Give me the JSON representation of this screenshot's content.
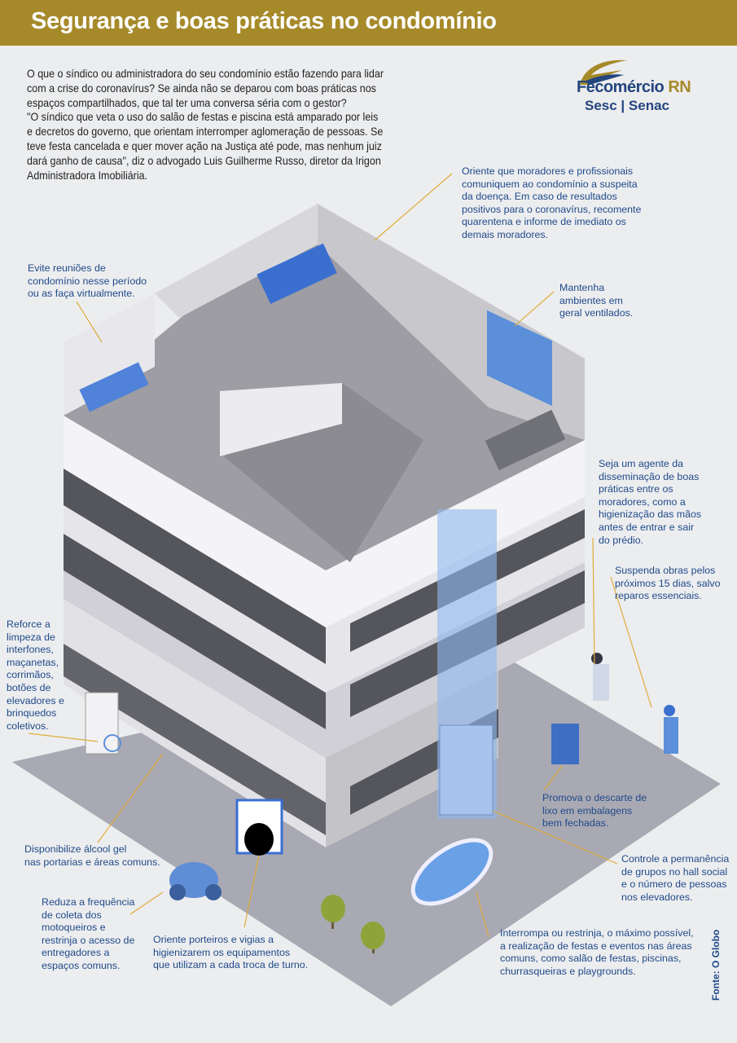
{
  "header": {
    "title": "Segurança e boas práticas no condomínio"
  },
  "intro": "O que o síndico ou administradora do seu condomínio estão fazendo para lidar\ncom a crise do coronavírus? Se ainda não se deparou com boas práticas nos\nespaços compartilhados, que tal ter uma conversa séria com o gestor?\n\"O síndico que veta o uso do salão de festas e piscina está amparado por leis\ne decretos do governo, que orientam interromper aglomeração de pessoas. Se\nteve festa cancelada e quer mover ação na Justiça até pode, mas nenhum juiz\ndará ganho de causa\", diz o advogado Luis Guilherme Russo, diretor da Irigon\nAdministradora Imobiliária.",
  "logo": {
    "name": "Fecomércio",
    "suffix": "RN",
    "sub": "Sesc | Senac"
  },
  "notes": [
    "Oriente que moradores e profissionais\ncomuniquem ao condomínio a suspeita\nda doença. Em caso de resultados\npositivos para o coronavírus, recomente\nquarentena e informe de imediato os\ndemais moradores.",
    "Evite reuniões de\ncondomínio nesse período\nou as faça virtualmente.",
    "Mantenha\nambientes em\ngeral ventilados.",
    "Seja um agente da\ndisseminação de boas\npráticas entre os\nmoradores, como a\nhigienização das mãos\nantes de entrar e sair\ndo prédio.",
    "Suspenda obras pelos\npróximos 15 dias, salvo\nreparos essenciais.",
    "Reforce a\nlimpeza de\ninterfones,\nmaçanetas,\ncorrimãos,\nbotões de\nelevadores e\nbrinquedos\ncoletivos.",
    "Promova o descarte de\nlixo em embalagens\nbem fechadas.",
    "Controle a permanência\nde grupos no hall social\ne o número de pessoas\nnos elevadores.",
    "Disponibilize álcool gel\nnas portarias e áreas comuns.",
    "Reduza a frequência\nde coleta dos\nmotoqueiros e\nrestrinja o acesso de\nentregadores a\nespaços comuns.",
    "Oriente porteiros e vigias a\nhigienizarem os equipamentos\nque utilizam a cada troca de turno.",
    "Interrompa ou restrinja, o máximo possível,\na realização de festas e eventos nas áreas\ncomuns, como salão de festas, piscinas,\nchurrasqueiras e playgrounds."
  ],
  "source": "Fonte: O Globo",
  "colors": {
    "header": "#a68a2a",
    "note_text": "#1f4a8a",
    "leader": "#e0ad3a",
    "accent_blue": "#5b8fd9"
  }
}
